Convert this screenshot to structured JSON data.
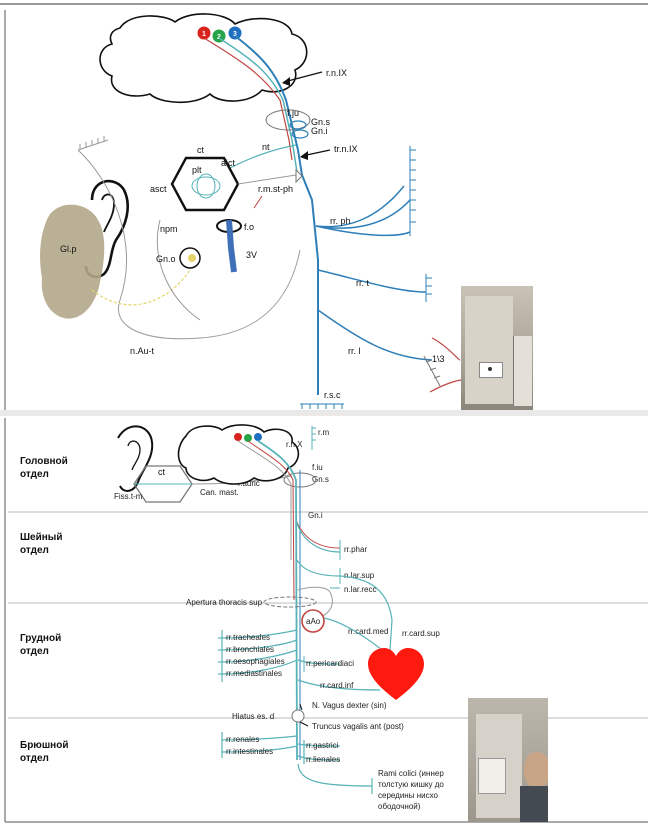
{
  "colors": {
    "nerve_main": "#2e7fb8",
    "nerve_teal": "#58b3b8",
    "nerve_red": "#c0443f",
    "nerve_grey": "#9a9a9a",
    "nerve_yellow": "#e3d36a",
    "gland": "#b3a78a",
    "heart": "#ff1a10",
    "dot_red": "#d8241e",
    "dot_green": "#27a447",
    "dot_blue": "#1f6fc0"
  },
  "panel1": {
    "dots": [
      "1",
      "2",
      "3"
    ],
    "labels": {
      "rnix": "r.n.IX",
      "fju": "f.ju",
      "gns": "Gn.s",
      "gni": "Gn.i",
      "ct": "ct",
      "nt": "nt",
      "trnix": "tr.n.IX",
      "plt": "plt",
      "aict": "aict",
      "asct": "asct",
      "rmstph": "r.m.st-ph",
      "glp": "Gl.p",
      "npm": "npm",
      "fo": "f.o",
      "gno": "Gn.o",
      "v3": "3V",
      "rrph": "rr. ph",
      "rrt": "rr. t",
      "naut": "n.Au-t",
      "rrl": "rr. l",
      "frac": "1\\3",
      "rsc": "r.s.c"
    }
  },
  "panel2": {
    "sections": {
      "head_1": "Головной",
      "head_2": "отдел",
      "neck_1": "Шейный",
      "neck_2": "отдел",
      "chest_1": "Грудной",
      "chest_2": "отдел",
      "abd_1": "Брюшной",
      "abd_2": "отдел"
    },
    "labels": {
      "rnx": "r.n.X",
      "rm": "r.m",
      "ct": "ct",
      "fiu": "f.iu",
      "gns": "Gn.s",
      "fiss": "Fiss.t-m",
      "canmast": "Can. mast.",
      "rauric": "r.auric",
      "gni": "Gn.i",
      "rrphar": "rr.phar",
      "nlarsup": "n.lar.sup",
      "nlarrecc": "n.lar.recc",
      "apertura": "Apertura thoracis sup",
      "aao": "aAo",
      "rrcardmed": "rr.card.med",
      "rrcardsup": "rr.card.sup",
      "tracheales": "rr.tracheales",
      "bronchiales": "rr.bronchiales",
      "oesophagiales": "rr.oesophagiales",
      "mediastinales": "rr.mediastinales",
      "pericardiaci": "rr.pericardiaci",
      "cardinf": "rr.card.inf",
      "nvagus": "N. Vagus dexter (sin)",
      "hiatus": "Hiatus es. d",
      "truncus": "Truncus vagalis ant (post)",
      "renales": "rr.renales",
      "intestinales": "rr.intestinales",
      "gastrici": "rr.gastrici",
      "lienales": "rr.lienales",
      "ramicolici_1": "Rami colici (иннер",
      "ramicolici_2": "толстую кишку до",
      "ramicolici_3": "середины нисхо",
      "ramicolici_4": "ободочной)"
    }
  }
}
